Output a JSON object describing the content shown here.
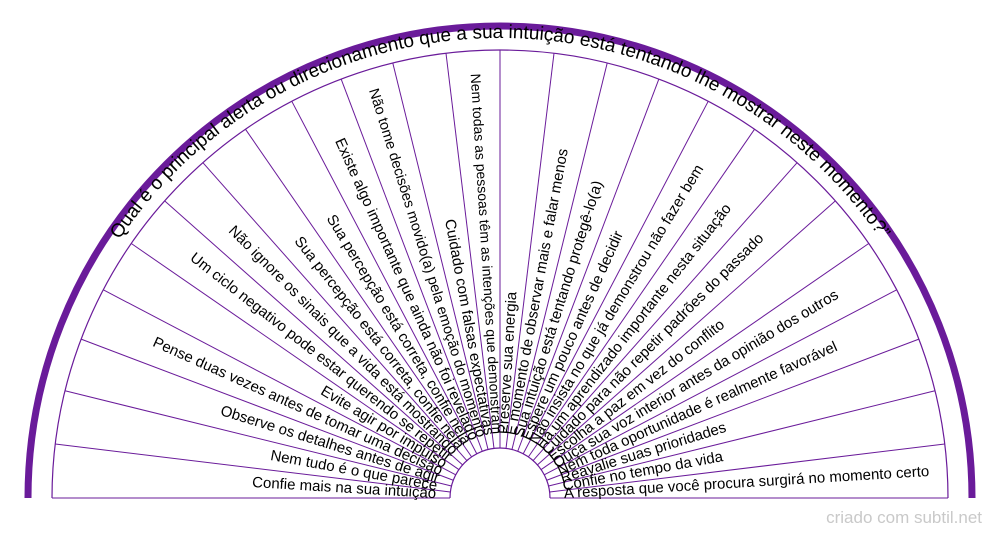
{
  "title": "Qual é o principal alerta ou direcionamento que a sua intuição está tentando lhe mostrar neste momento?”",
  "watermark": "criado com subtil.net",
  "colors": {
    "accent": "#6a1b9a",
    "line": "#6a1b9a",
    "text": "#000000",
    "watermark": "#c9c9c9"
  },
  "chart_data": {
    "type": "pie",
    "title": "Qual é o principal alerta ou direcionamento que a sua intuição está tentando lhe mostrar neste momento?”",
    "segments": [
      "Confie mais na sua intuição",
      "Nem tudo é o que parece",
      "Observe os detalhes antes de agir",
      "Pense duas vezes antes de tomar uma decisão",
      "Evite agir por impulso",
      "Um ciclo negativo pode estar querendo se repetir",
      "Não ignore os sinais que a vida está mostrando",
      "Sua percepção está correta, confie nela",
      "Sua percepção está correta, confie nela",
      "Existe algo importante que ainda não foi revelado",
      "Não tome decisões movido(a) pela emoção do momento",
      "Cuidado com falsas expectativas",
      "Nem todas as pessoas têm as intenções que demonstram",
      "Preserve sua energia",
      "É momento de observar mais e falar menos",
      "Sua intuição está tentando protegê-lo(a)",
      "Espere um pouco antes de decidir",
      "Não insista no que já demonstrou não fazer bem",
      "Há um aprendizado importante nesta situação",
      "Cuidado para não repetir padrões do passado",
      "Escolha a paz em vez do conflito",
      "Ouça sua voz interior antes da opinião dos outros",
      "Nem toda oportunidade é realmente favorável",
      "Reavalie suas prioridades",
      "Confie no tempo da vida",
      "A resposta que você procura surgirá no momento certo"
    ]
  }
}
